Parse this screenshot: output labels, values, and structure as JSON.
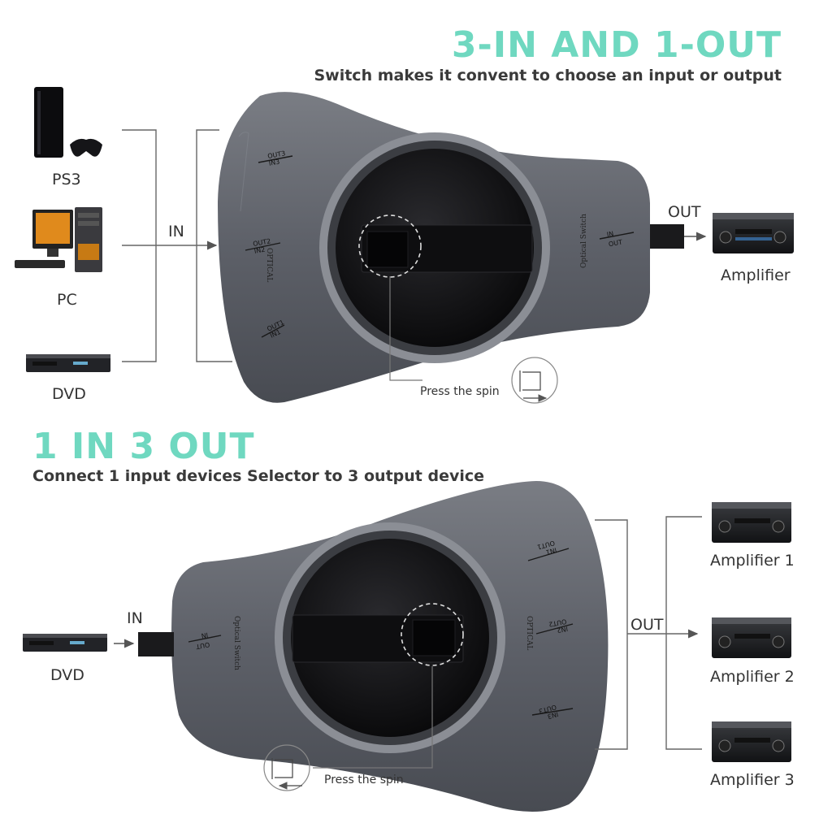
{
  "top": {
    "title": "3-IN AND 1-OUT",
    "subtitle": "Switch makes it convent to choose an input or output",
    "inputs": [
      "PS3",
      "PC",
      "DVD"
    ],
    "in_label": "IN",
    "out_label": "OUT",
    "output": "Amplifier",
    "press_label": "Press the spin",
    "device_text": {
      "port_labels": [
        "OUT3",
        "IN3",
        "OUT2",
        "IN2",
        "OUT1",
        "IN1",
        "IN",
        "OUT"
      ],
      "side_label_left": "OPTICAL",
      "side_label_right": "Optical Switch"
    }
  },
  "bottom": {
    "title": "1 IN 3 OUT",
    "subtitle": "Connect 1 input devices Selector to 3 output device",
    "input": "DVD",
    "in_label": "IN",
    "out_label": "OUT",
    "outputs": [
      "Amplifier 1",
      "Amplifier 2",
      "Amplifier 3"
    ],
    "press_label": "Press the spin",
    "device_text": {
      "port_labels": [
        "IN1",
        "OUT1",
        "IN2",
        "OUT2",
        "IN3",
        "OUT3",
        "OUT",
        "IN"
      ],
      "side_label_left": "Optical Switch",
      "side_label_right": "OPTICAL"
    }
  }
}
